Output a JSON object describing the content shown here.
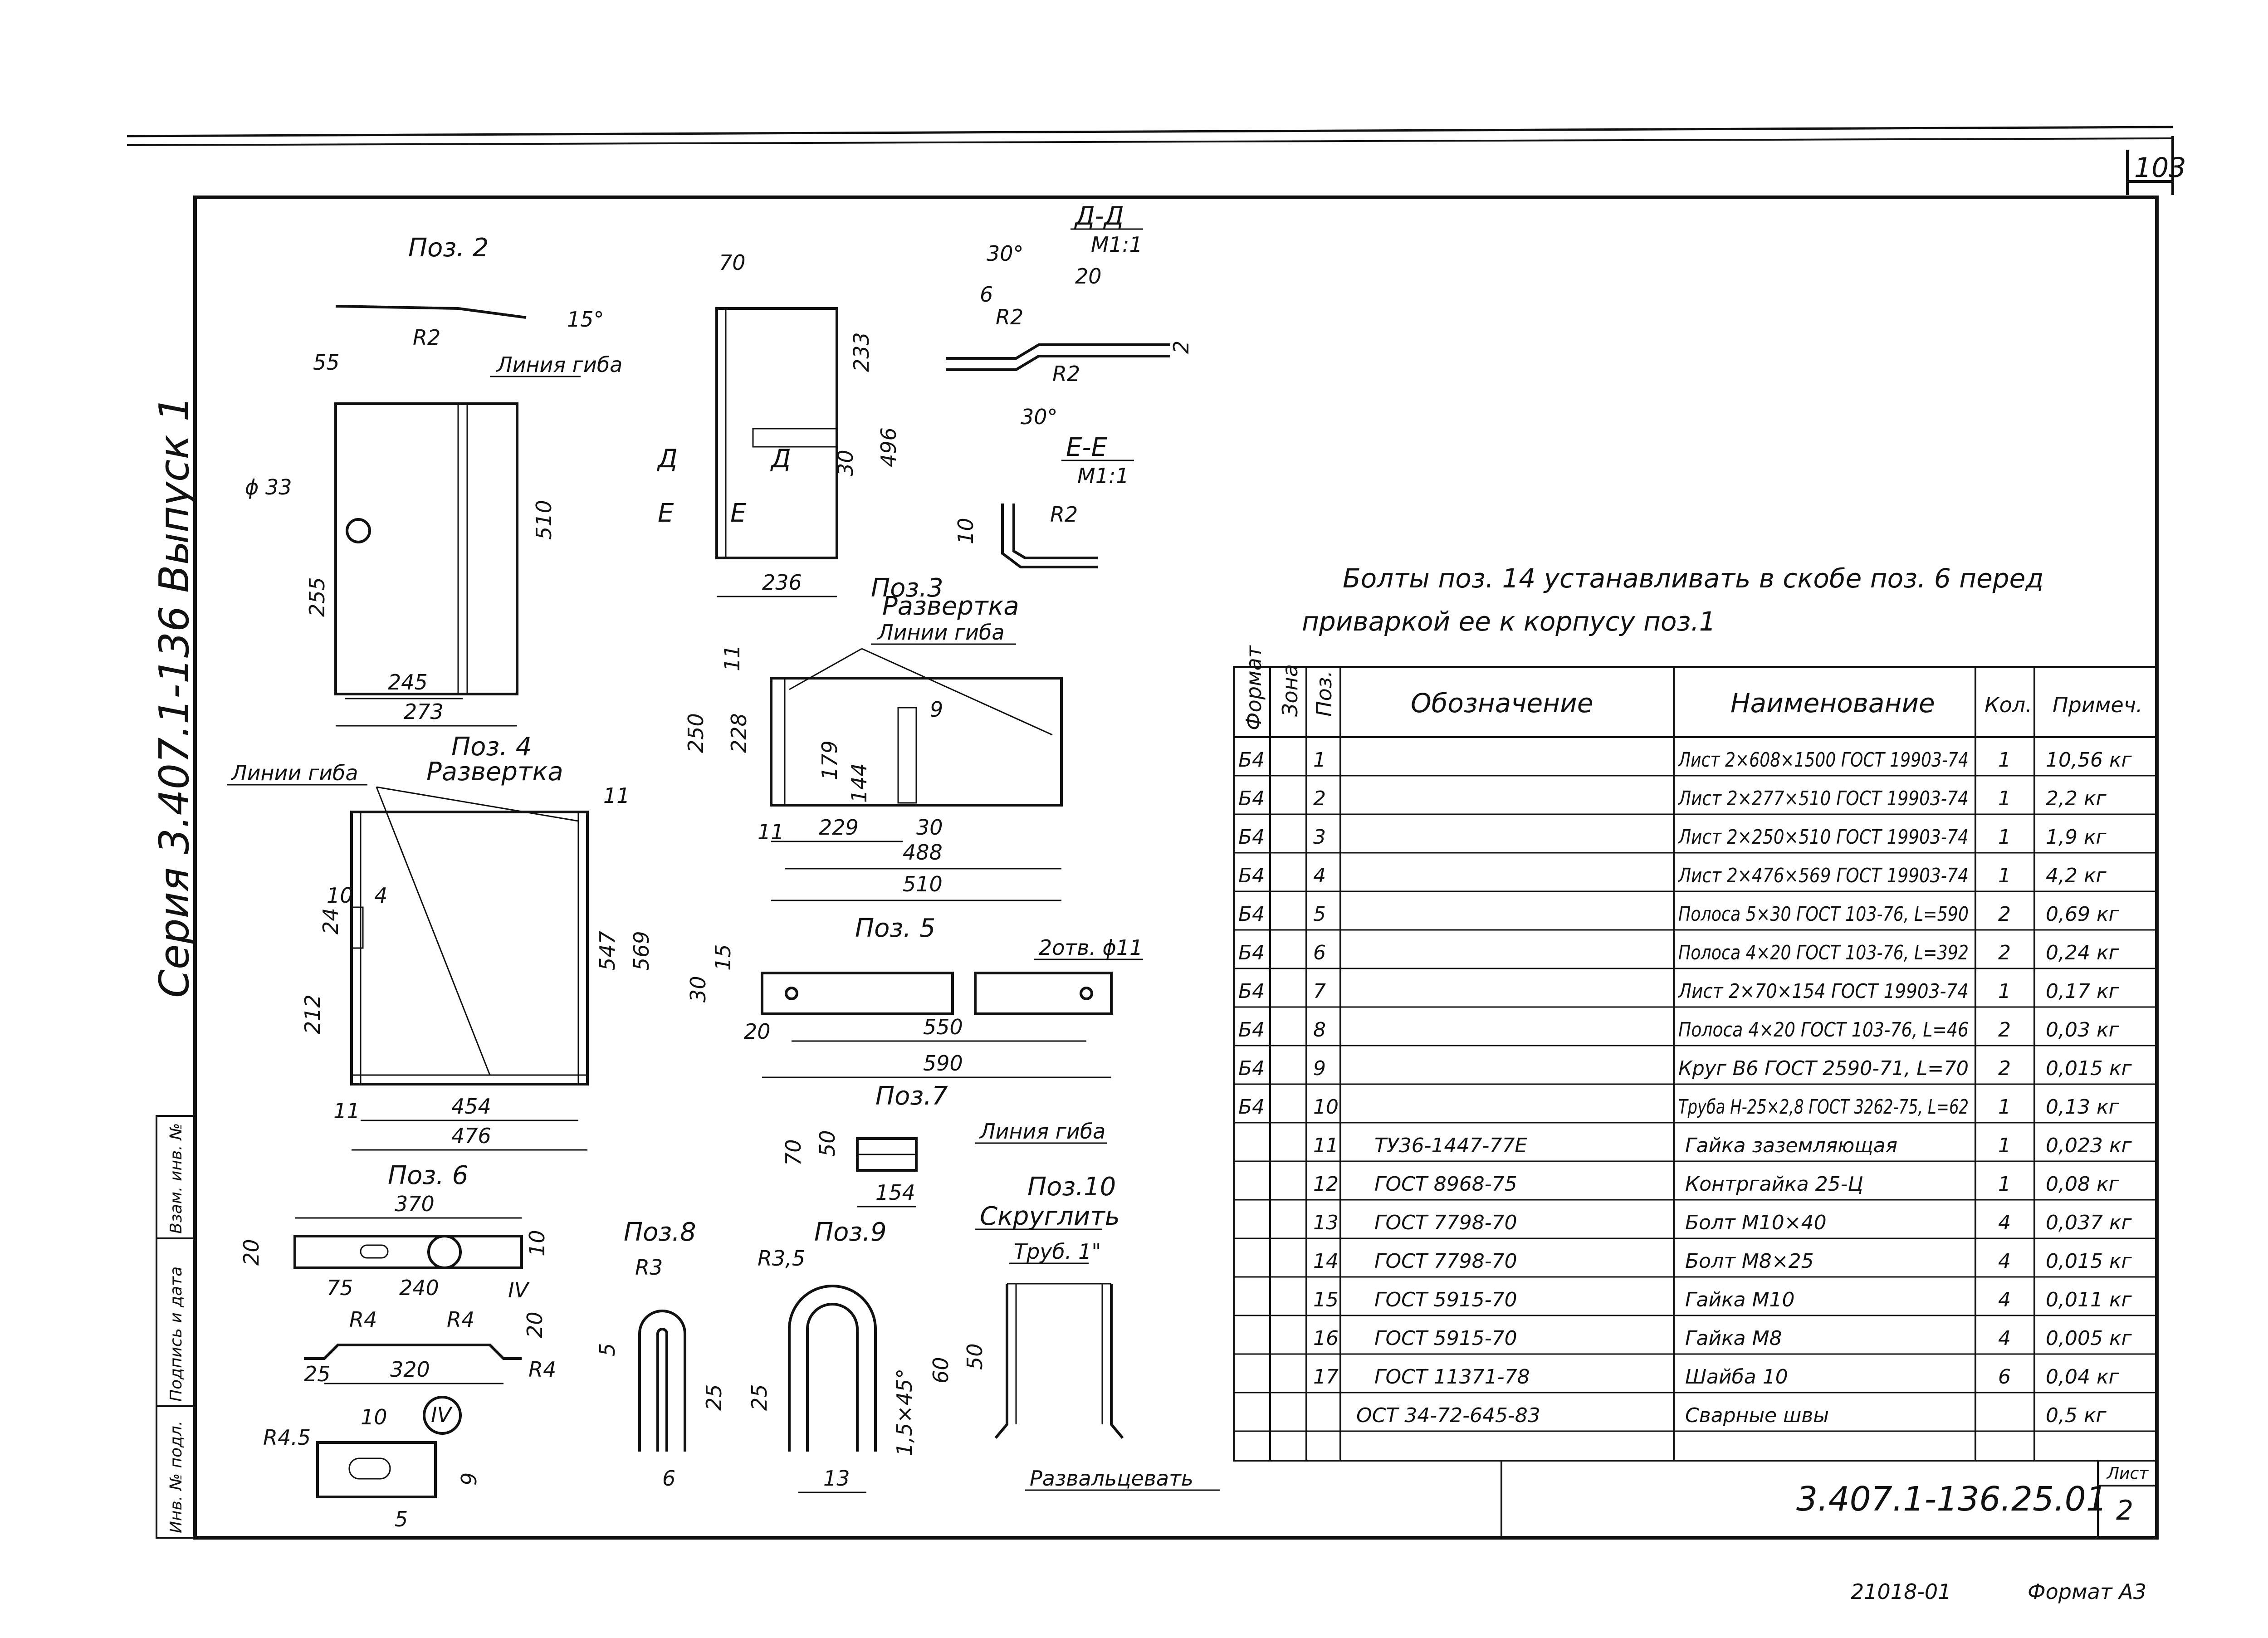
{
  "sheet": {
    "page_number": "103",
    "series_stamp": "Серия 3.407.1-136 Выпуск 1",
    "side_block": [
      "Взам. инв. №",
      "Подпись и дата",
      "Инв. № подл."
    ],
    "doc_code": "3.407.1-136.25.01",
    "sheet_label": "Лист",
    "sheet_num": "2",
    "archive_num": "21018-01",
    "format": "Формат А3"
  },
  "note": {
    "line1": "Болты поз. 14 устанавливать в скобе поз. 6 перед",
    "line2": "приваркой ее к корпусу поз.1"
  },
  "views": {
    "poz2": {
      "title": "Поз. 2",
      "bend_label": "Линия гиба",
      "angle": "15°",
      "radius": "R2",
      "d_hole": "ϕ 33",
      "dims": [
        "55",
        "510",
        "255",
        "245",
        "273"
      ]
    },
    "poz3": {
      "title": "Поз.3",
      "sub": "Развертка",
      "bend_label": "Линии гиба",
      "dims_a": [
        "70",
        "233",
        "496",
        "30",
        "236"
      ],
      "sec_marks": [
        "Д",
        "Д",
        "Е",
        "Е"
      ],
      "dims_b": [
        "11",
        "250",
        "228",
        "179",
        "144",
        "9",
        "11",
        "229",
        "30",
        "488",
        "510"
      ]
    },
    "secDD": {
      "title": "Д-Д",
      "scale": "М1:1",
      "a1": "30°",
      "a2": "30°",
      "d1": "20",
      "d2": "6",
      "r1": "R2",
      "r2": "R2",
      "t": "2"
    },
    "secEE": {
      "title": "Е-Е",
      "scale": "М1:1",
      "d1": "10",
      "r1": "R2"
    },
    "poz4": {
      "title": "Поз. 4",
      "sub": "Развертка",
      "bend_label": "Линии гиба",
      "dims": [
        "11",
        "10",
        "4",
        "24",
        "547",
        "569",
        "212",
        "11",
        "454",
        "476"
      ]
    },
    "poz5": {
      "title": "Поз. 5",
      "holes": "2отв. ϕ11",
      "dims": [
        "15",
        "30",
        "20",
        "550",
        "590"
      ]
    },
    "poz7": {
      "title": "Поз.7",
      "bend_label": "Линия гиба",
      "dims": [
        "70",
        "50",
        "154"
      ]
    },
    "poz6": {
      "title": "Поз. 6",
      "dims": [
        "370",
        "20",
        "10",
        "75",
        "240",
        "R4",
        "R4",
        "20",
        "25",
        "320",
        "R4",
        "10",
        "R4.5",
        "9",
        "5"
      ],
      "view_mark": "IV"
    },
    "poz8": {
      "title": "Поз.8",
      "dims": [
        "R3",
        "5",
        "25",
        "6"
      ]
    },
    "poz9": {
      "title": "Поз.9",
      "dims": [
        "R3,5",
        "25",
        "1,5×45°",
        "13"
      ]
    },
    "poz10": {
      "title": "Поз.10",
      "sub": "Скруглить",
      "pipe": "Труб. 1\"",
      "dims": [
        "60",
        "50"
      ],
      "note2": "Развальцевать"
    }
  },
  "spec": {
    "headers": [
      "Формат",
      "Зона",
      "Поз.",
      "Обозначение",
      "Наименование",
      "Кол.",
      "Примеч."
    ],
    "rows": [
      {
        "fmt": "Б4",
        "pos": "1",
        "des": "",
        "name": "Лист 2×608×1500 ГОСТ 19903-74",
        "qty": "1",
        "note": "10,56 кг"
      },
      {
        "fmt": "Б4",
        "pos": "2",
        "des": "",
        "name": "Лист 2×277×510 ГОСТ 19903-74",
        "qty": "1",
        "note": "2,2 кг"
      },
      {
        "fmt": "Б4",
        "pos": "3",
        "des": "",
        "name": "Лист 2×250×510 ГОСТ 19903-74",
        "qty": "1",
        "note": "1,9 кг"
      },
      {
        "fmt": "Б4",
        "pos": "4",
        "des": "",
        "name": "Лист 2×476×569 ГОСТ 19903-74",
        "qty": "1",
        "note": "4,2 кг"
      },
      {
        "fmt": "Б4",
        "pos": "5",
        "des": "",
        "name": "Полоса 5×30 ГОСТ 103-76, L=590",
        "qty": "2",
        "note": "0,69 кг"
      },
      {
        "fmt": "Б4",
        "pos": "6",
        "des": "",
        "name": "Полоса 4×20 ГОСТ 103-76, L=392",
        "qty": "2",
        "note": "0,24 кг"
      },
      {
        "fmt": "Б4",
        "pos": "7",
        "des": "",
        "name": "Лист 2×70×154 ГОСТ 19903-74",
        "qty": "1",
        "note": "0,17 кг"
      },
      {
        "fmt": "Б4",
        "pos": "8",
        "des": "",
        "name": "Полоса 4×20 ГОСТ 103-76, L=46",
        "qty": "2",
        "note": "0,03 кг"
      },
      {
        "fmt": "Б4",
        "pos": "9",
        "des": "",
        "name": "Круг В6 ГОСТ 2590-71, L=70",
        "qty": "2",
        "note": "0,015 кг"
      },
      {
        "fmt": "Б4",
        "pos": "10",
        "des": "",
        "name": "Труба Н-25×2,8 ГОСТ 3262-75, L=62",
        "qty": "1",
        "note": "0,13 кг"
      },
      {
        "fmt": "",
        "pos": "11",
        "des": "ТУ36-1447-77Е",
        "name": "Гайка заземляющая",
        "qty": "1",
        "note": "0,023 кг"
      },
      {
        "fmt": "",
        "pos": "12",
        "des": "ГОСТ 8968-75",
        "name": "Контргайка 25-Ц",
        "qty": "1",
        "note": "0,08 кг"
      },
      {
        "fmt": "",
        "pos": "13",
        "des": "ГОСТ 7798-70",
        "name": "Болт М10×40",
        "qty": "4",
        "note": "0,037 кг"
      },
      {
        "fmt": "",
        "pos": "14",
        "des": "ГОСТ 7798-70",
        "name": "Болт М8×25",
        "qty": "4",
        "note": "0,015 кг"
      },
      {
        "fmt": "",
        "pos": "15",
        "des": "ГОСТ 5915-70",
        "name": "Гайка М10",
        "qty": "4",
        "note": "0,011 кг"
      },
      {
        "fmt": "",
        "pos": "16",
        "des": "ГОСТ 5915-70",
        "name": "Гайка М8",
        "qty": "4",
        "note": "0,005 кг"
      },
      {
        "fmt": "",
        "pos": "17",
        "des": "ГОСТ 11371-78",
        "name": "Шайба 10",
        "qty": "6",
        "note": "0,04 кг"
      },
      {
        "fmt": "",
        "pos": "",
        "des": "ОСТ 34-72-645-83",
        "name": "Сварные швы",
        "qty": "",
        "note": "0,5 кг"
      }
    ]
  }
}
